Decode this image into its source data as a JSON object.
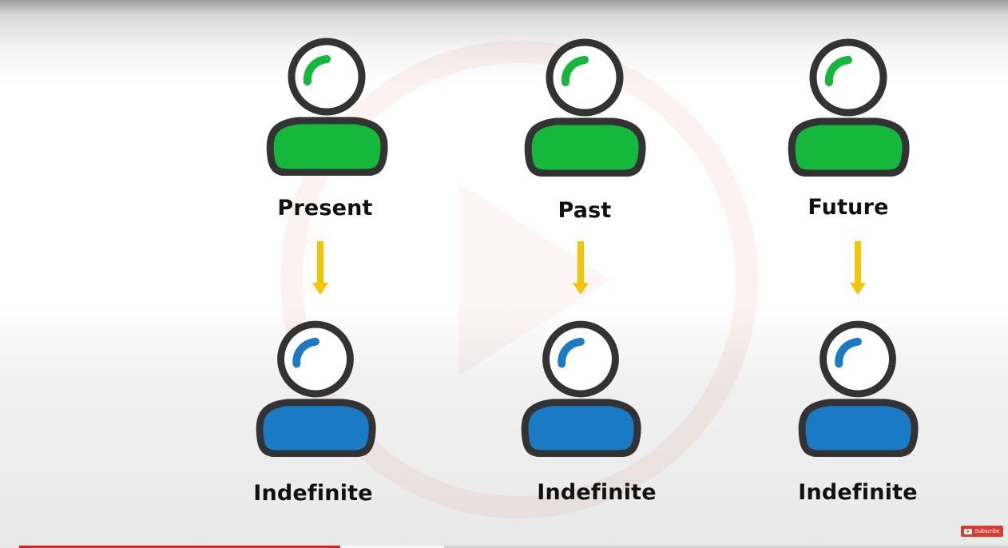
{
  "colors": {
    "outline": "#333333",
    "tense_fill": "#15b83b",
    "aspect_fill": "#1a7ac4",
    "arrow": "#f5c400",
    "watermark": "#e2241b",
    "progress": "#e0241b",
    "subscribe_bg": "#d63b34"
  },
  "columns": [
    {
      "tense": "Present",
      "aspect": "Indefinite"
    },
    {
      "tense": "Past",
      "aspect": "Indefinite"
    },
    {
      "tense": "Future",
      "aspect": "Indefinite"
    }
  ],
  "icons": {
    "person": "person-icon",
    "arrow": "arrow-down-icon",
    "watermark": "play-circle-icon",
    "subscribe": "youtube-icon"
  },
  "player": {
    "progress_fraction": 0.325,
    "buffered_fraction": 0.43,
    "subscribe_label": "Subscribe"
  }
}
